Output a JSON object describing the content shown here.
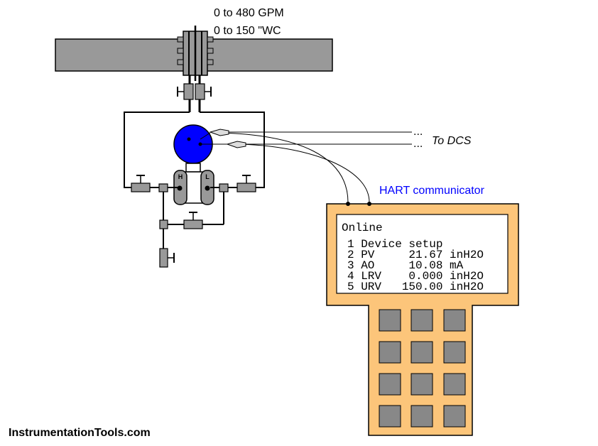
{
  "labels": {
    "flow_range": "0 to 480 GPM",
    "dp_range": "0 to 150 \"WC",
    "dcs_dots_1": "...",
    "dcs_dots_2": "...",
    "to_dcs": "To DCS",
    "hart_label": "HART communicator",
    "watermark": "InstrumentationTools.com"
  },
  "transmitter": {
    "high_side": "H",
    "low_side": "L"
  },
  "communicator": {
    "status": "Online",
    "menu": [
      "1 Device setup",
      "2 PV     21.67 inH2O",
      "3 AO     10.08 mA",
      "4 LRV    0.000 inH2O",
      "5 URV   150.00 inH2O"
    ]
  },
  "colors": {
    "pipe": "#999999",
    "transmitter_body": "#0000ff",
    "communicator_case": "#fcc57a",
    "keypad_key": "#888888",
    "hart_label": "#0000ff"
  }
}
